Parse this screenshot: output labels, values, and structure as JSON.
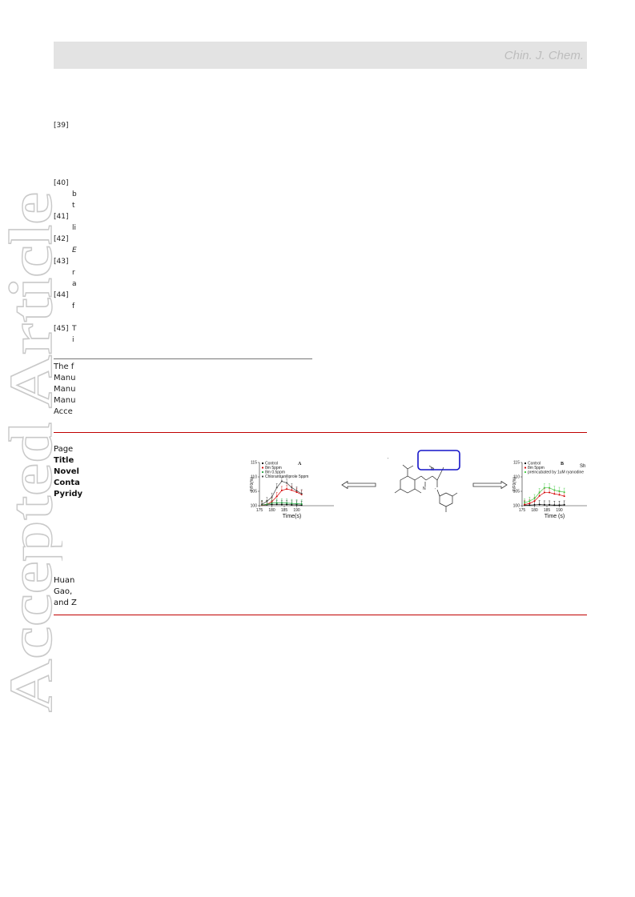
{
  "header": {
    "journal": "Chin. J. Chem."
  },
  "watermark": {
    "text": "Accepted Article"
  },
  "references": [
    {
      "num": "[39]",
      "lines": []
    },
    {
      "num": "[40]",
      "lines": [
        "b",
        "t"
      ]
    },
    {
      "num": "[41]",
      "lines": [
        "li"
      ]
    },
    {
      "num": "[42]",
      "lines": [
        "E"
      ]
    },
    {
      "num": "[43]",
      "lines": [
        "r",
        "a"
      ]
    },
    {
      "num": "[44]",
      "lines": [
        "f"
      ]
    },
    {
      "num": "[45]",
      "lines": [
        "T",
        "i"
      ]
    }
  ],
  "footnotes": [
    "The f",
    "Manu",
    "Manu",
    "Manu",
    "Acce"
  ],
  "graphical_abstract": {
    "labels": [
      "Page",
      "Title",
      "Novel",
      "Conta",
      "Pyridy"
    ],
    "authors": [
      "Huan",
      "Gao,",
      "and Z"
    ]
  },
  "chart_data": [
    {
      "type": "line",
      "title": "A",
      "xlabel": "Time(s)",
      "ylabel": "F/F0(%)",
      "xlim": [
        175,
        205
      ],
      "ylim": [
        100,
        115
      ],
      "xticks": [
        "175",
        "180",
        "185",
        "190"
      ],
      "yticks": [
        "115",
        "110",
        "105",
        "100"
      ],
      "legend_position": "top-left",
      "series": [
        {
          "name": "Control",
          "color": "#000000",
          "x": [
            176,
            178,
            180,
            182,
            184,
            186,
            188,
            190,
            192
          ],
          "y": [
            100.2,
            100.3,
            100.4,
            100.5,
            100.4,
            100.4,
            100.3,
            100.3,
            100.2
          ]
        },
        {
          "name": "8m    5ppm",
          "color": "#d40000",
          "x": [
            176,
            178,
            180,
            182,
            184,
            186,
            188,
            190,
            192
          ],
          "y": [
            100.2,
            100.5,
            101.4,
            103.2,
            105.3,
            105.8,
            105.4,
            104.7,
            103.9
          ]
        },
        {
          "name": "8m 0.5ppm",
          "color": "#1e9e3c",
          "x": [
            176,
            178,
            180,
            182,
            184,
            186,
            188,
            190,
            192
          ],
          "y": [
            100.3,
            100.5,
            100.9,
            101.0,
            101.0,
            100.9,
            100.8,
            100.7,
            100.6
          ]
        },
        {
          "name": "Chlorantraniliprole 5ppm",
          "color": "#444444",
          "x": [
            176,
            178,
            180,
            182,
            184,
            186,
            188,
            190,
            192
          ],
          "y": [
            100.5,
            101.5,
            103.0,
            106.3,
            108.5,
            107.9,
            106.3,
            105.2,
            104.2
          ]
        }
      ]
    },
    {
      "type": "line",
      "title": "B",
      "xlabel": "Time  (s)",
      "ylabel": "F/F0(%)",
      "xlim": [
        175,
        205
      ],
      "ylim": [
        100,
        115
      ],
      "xticks": [
        "175",
        "180",
        "185",
        "190"
      ],
      "yticks": [
        "115",
        "110",
        "105",
        "100"
      ],
      "legend_position": "top-left",
      "series": [
        {
          "name": "Control",
          "color": "#000000",
          "x": [
            176,
            178,
            180,
            182,
            184,
            186,
            188,
            190,
            192
          ],
          "y": [
            100.2,
            100.2,
            100.3,
            100.4,
            100.3,
            100.3,
            100.2,
            100.2,
            100.3
          ]
        },
        {
          "name": "8m    5ppm",
          "color": "#d40000",
          "x": [
            176,
            178,
            180,
            182,
            184,
            186,
            188,
            190,
            192
          ],
          "y": [
            100.4,
            100.8,
            101.6,
            103.4,
            104.6,
            104.6,
            104.1,
            103.8,
            103.3
          ]
        },
        {
          "name": "preincubated by 1uM ryanodine",
          "color": "#3cc83c",
          "x": [
            176,
            178,
            180,
            182,
            184,
            186,
            188,
            190,
            192
          ],
          "y": [
            101.0,
            101.6,
            102.5,
            104.6,
            106.2,
            106.2,
            105.4,
            105.0,
            104.7
          ]
        }
      ]
    }
  ],
  "panel_b_extra_label": "Sh"
}
